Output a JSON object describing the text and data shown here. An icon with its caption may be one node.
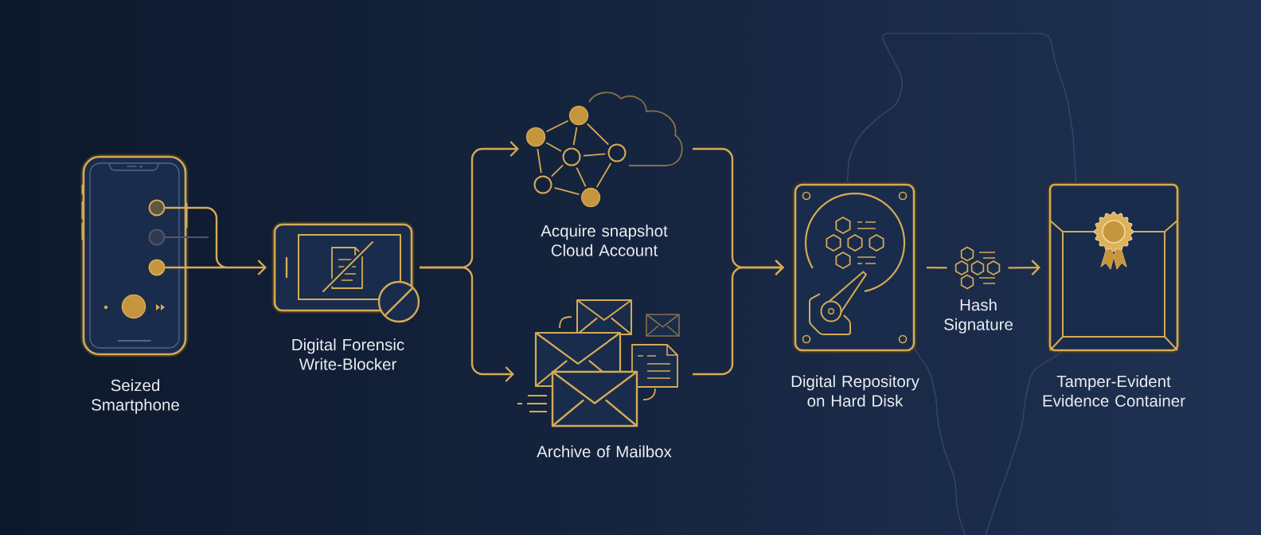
{
  "diagram": {
    "nodes": [
      {
        "text": [],
        "shape": "picture",
        "beside": [
          "Seized Smartphone"
        ]
      },
      {
        "text": [],
        "shape": "picture",
        "beside": [
          "Digital Forensic Write-Blocker"
        ]
      },
      {
        "text": [],
        "shape": "picture",
        "beside": [
          "Acquire snapshot Cloud Account"
        ]
      },
      {
        "text": [],
        "shape": "picture",
        "beside": [
          "Archive of Mailbox"
        ]
      },
      {
        "text": [],
        "shape": "picture",
        "beside": [
          "Digital Repository on Hard Disk"
        ]
      },
      {
        "text": [],
        "shape": "picture",
        "beside": [
          "Hash Signature"
        ]
      },
      {
        "text": [],
        "shape": "picture",
        "beside": [
          "Tamper-Evident Evidence Container"
        ]
      }
    ],
    "edges": [
      {
        "from": 0,
        "to": 1,
        "arrow": "to"
      },
      {
        "from": 1,
        "to": 2,
        "arrow": "to"
      },
      {
        "from": 1,
        "to": 3,
        "arrow": "to"
      },
      {
        "from": 2,
        "to": 4,
        "arrow": "to"
      },
      {
        "from": 3,
        "to": 4,
        "arrow": "to"
      },
      {
        "from": 4,
        "to": 5,
        "arrow": "none"
      },
      {
        "from": 5,
        "to": 6,
        "arrow": "to"
      }
    ]
  }
}
